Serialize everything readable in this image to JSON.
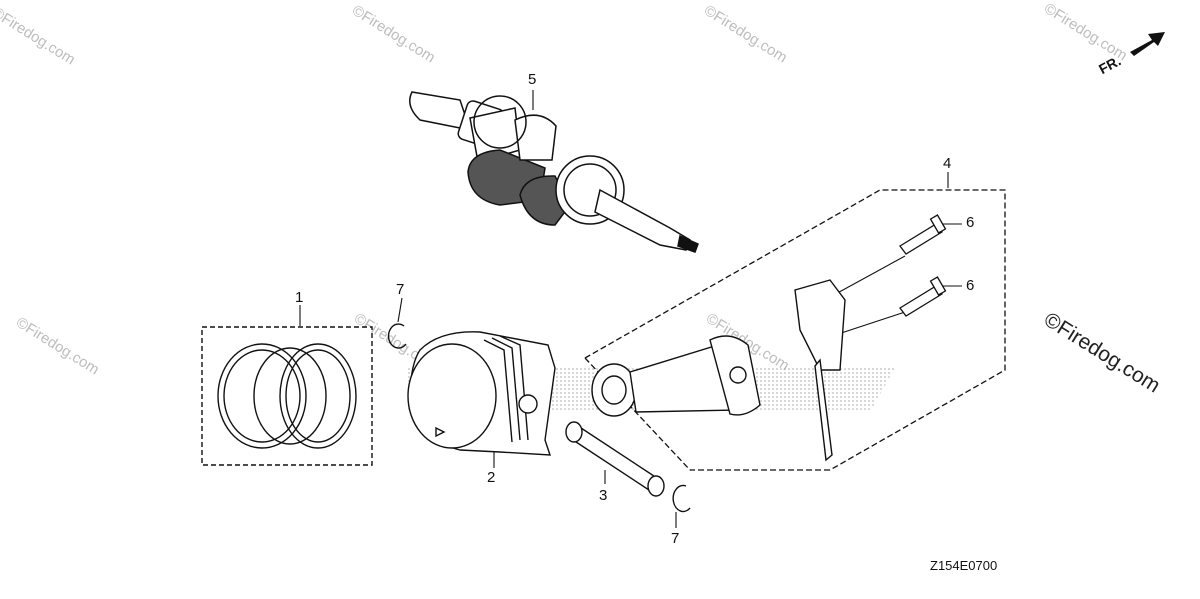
{
  "watermark": {
    "text": "©Firedog.com",
    "prominent_text": "©Firedog.com"
  },
  "direction_marker": {
    "label": "FR."
  },
  "diagram_code": "Z154E0700",
  "callouts": {
    "p1": "1",
    "p2": "2",
    "p3": "3",
    "p4": "4",
    "p5": "5",
    "p6a": "6",
    "p6b": "6",
    "p7a": "7",
    "p7b": "7"
  },
  "colors": {
    "line": "#111111",
    "watermark": "#bdbdbd",
    "stipple": "#9a9a9a"
  }
}
